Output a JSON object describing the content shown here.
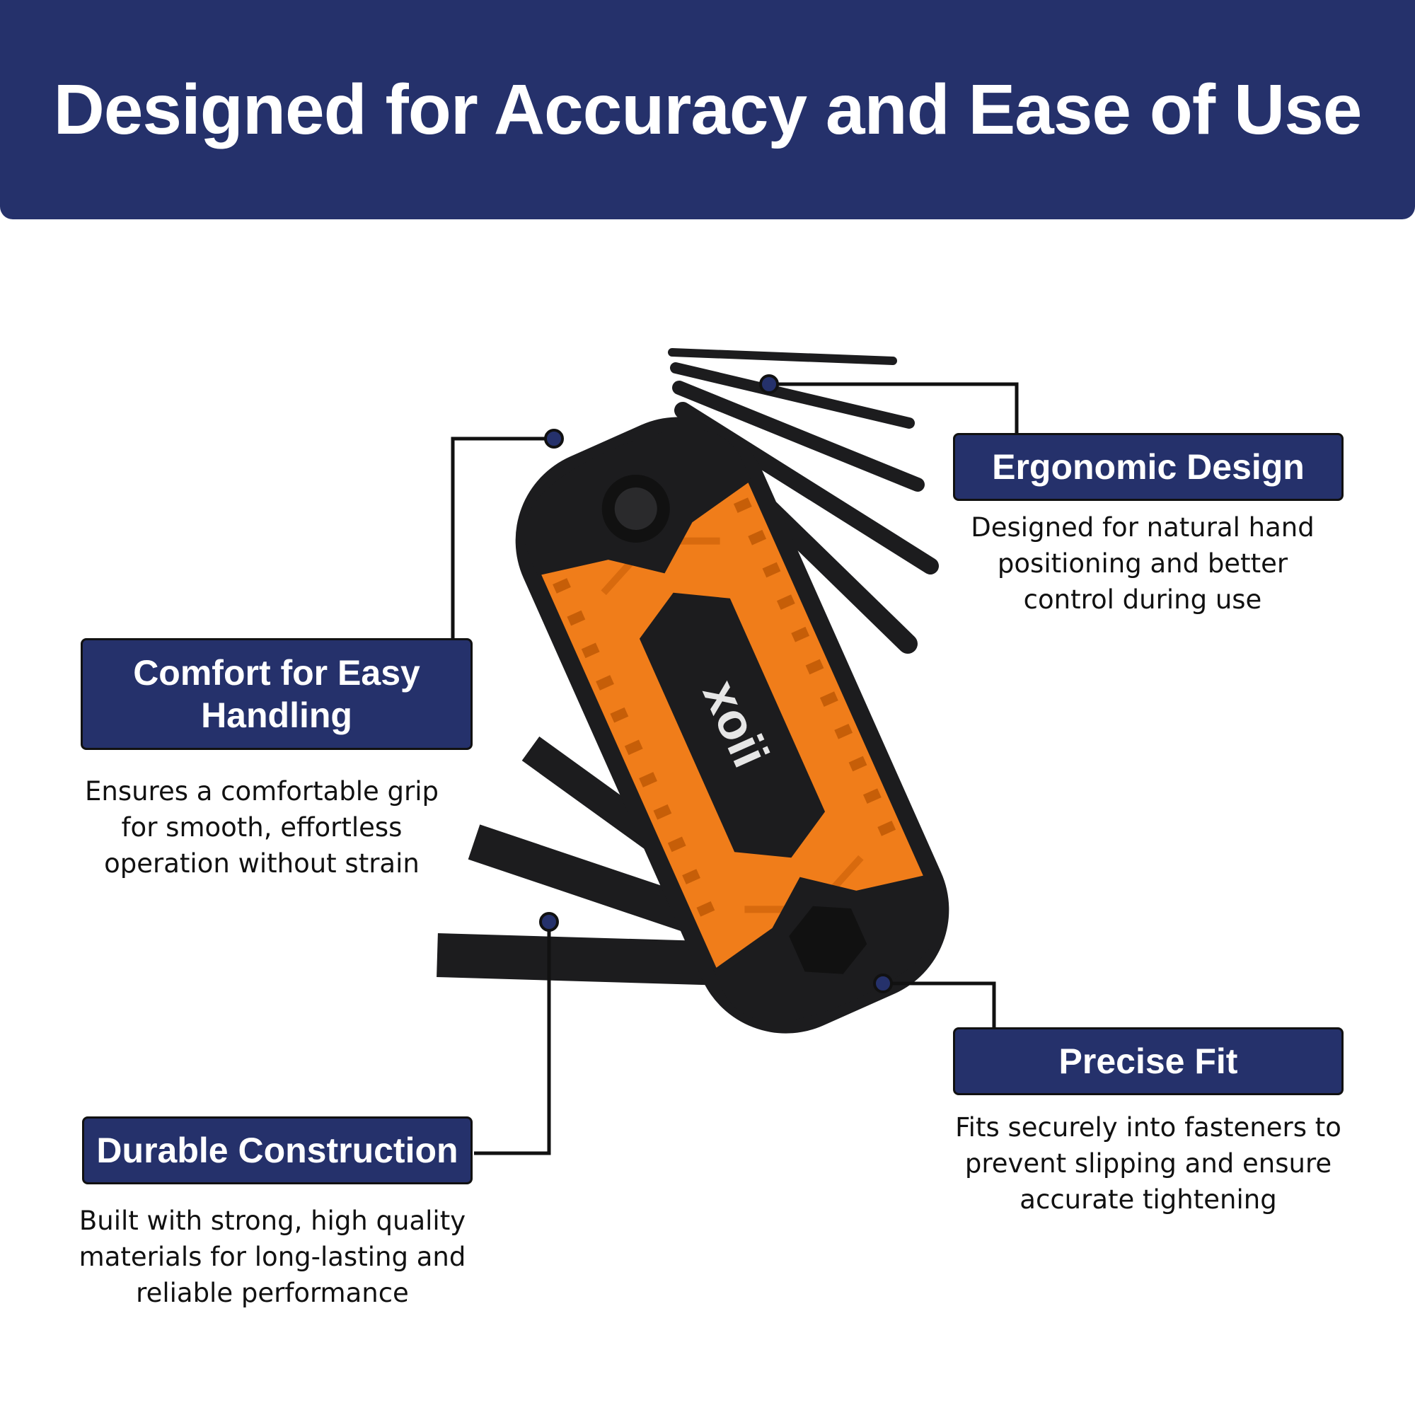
{
  "title": "Designed for Accuracy and Ease of Use",
  "brand_logo_text": "xoii",
  "colors": {
    "header_bg": "#25316b",
    "callout_bg": "#25316b",
    "handle_orange": "#f07d1a",
    "tool_black": "#1c1c1e"
  },
  "callouts": {
    "ergonomic": {
      "title": "Ergonomic Design",
      "description": "Designed for natural hand positioning and better control during use"
    },
    "comfort": {
      "title": "Comfort for Easy Handling",
      "description": "Ensures a comfortable grip for smooth, effortless operation without strain"
    },
    "durable": {
      "title": "Durable Construction",
      "description": "Built with strong, high quality materials for long-lasting and reliable performance"
    },
    "precise": {
      "title": "Precise Fit",
      "description": "Fits securely into fasteners to prevent slipping and ensure accurate tightening"
    }
  }
}
